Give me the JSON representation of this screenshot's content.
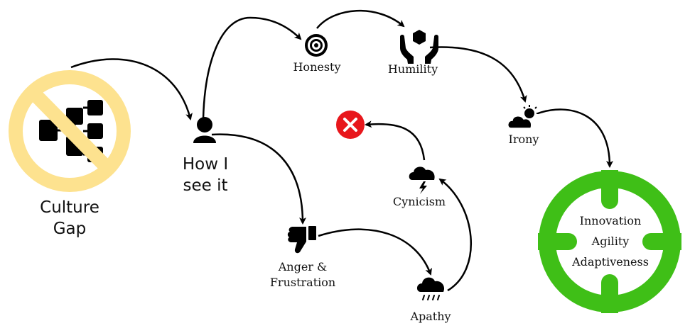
{
  "nodes": {
    "culture_gap": {
      "line1": "Culture",
      "line2": "Gap",
      "icon": "no-org-chart-icon"
    },
    "how_i_see_it": {
      "line1": "How I",
      "line2": "see it",
      "icon": "person-icon"
    },
    "honesty": {
      "label": "Honesty",
      "icon": "target-icon"
    },
    "humility": {
      "label": "Humility",
      "icon": "hands-holding-cube-icon"
    },
    "irony": {
      "label": "Irony",
      "icon": "sun-behind-cloud-icon"
    },
    "anger_frustration": {
      "line1": "Anger &",
      "line2": "Frustration",
      "icon": "thumbs-down-icon"
    },
    "apathy": {
      "label": "Apathy",
      "icon": "rain-cloud-icon"
    },
    "cynicism": {
      "label": "Cynicism",
      "icon": "storm-cloud-icon"
    },
    "fail": {
      "icon": "red-x-icon"
    },
    "goal": {
      "line1": "Innovation",
      "line2": "Agility",
      "line3": "Adaptiveness",
      "icon": "crosshair-target-icon"
    }
  },
  "colors": {
    "prohibited": "#fde28f",
    "goal_ring": "#3fbf17",
    "fail": "#e8171c",
    "ink": "#000000"
  }
}
